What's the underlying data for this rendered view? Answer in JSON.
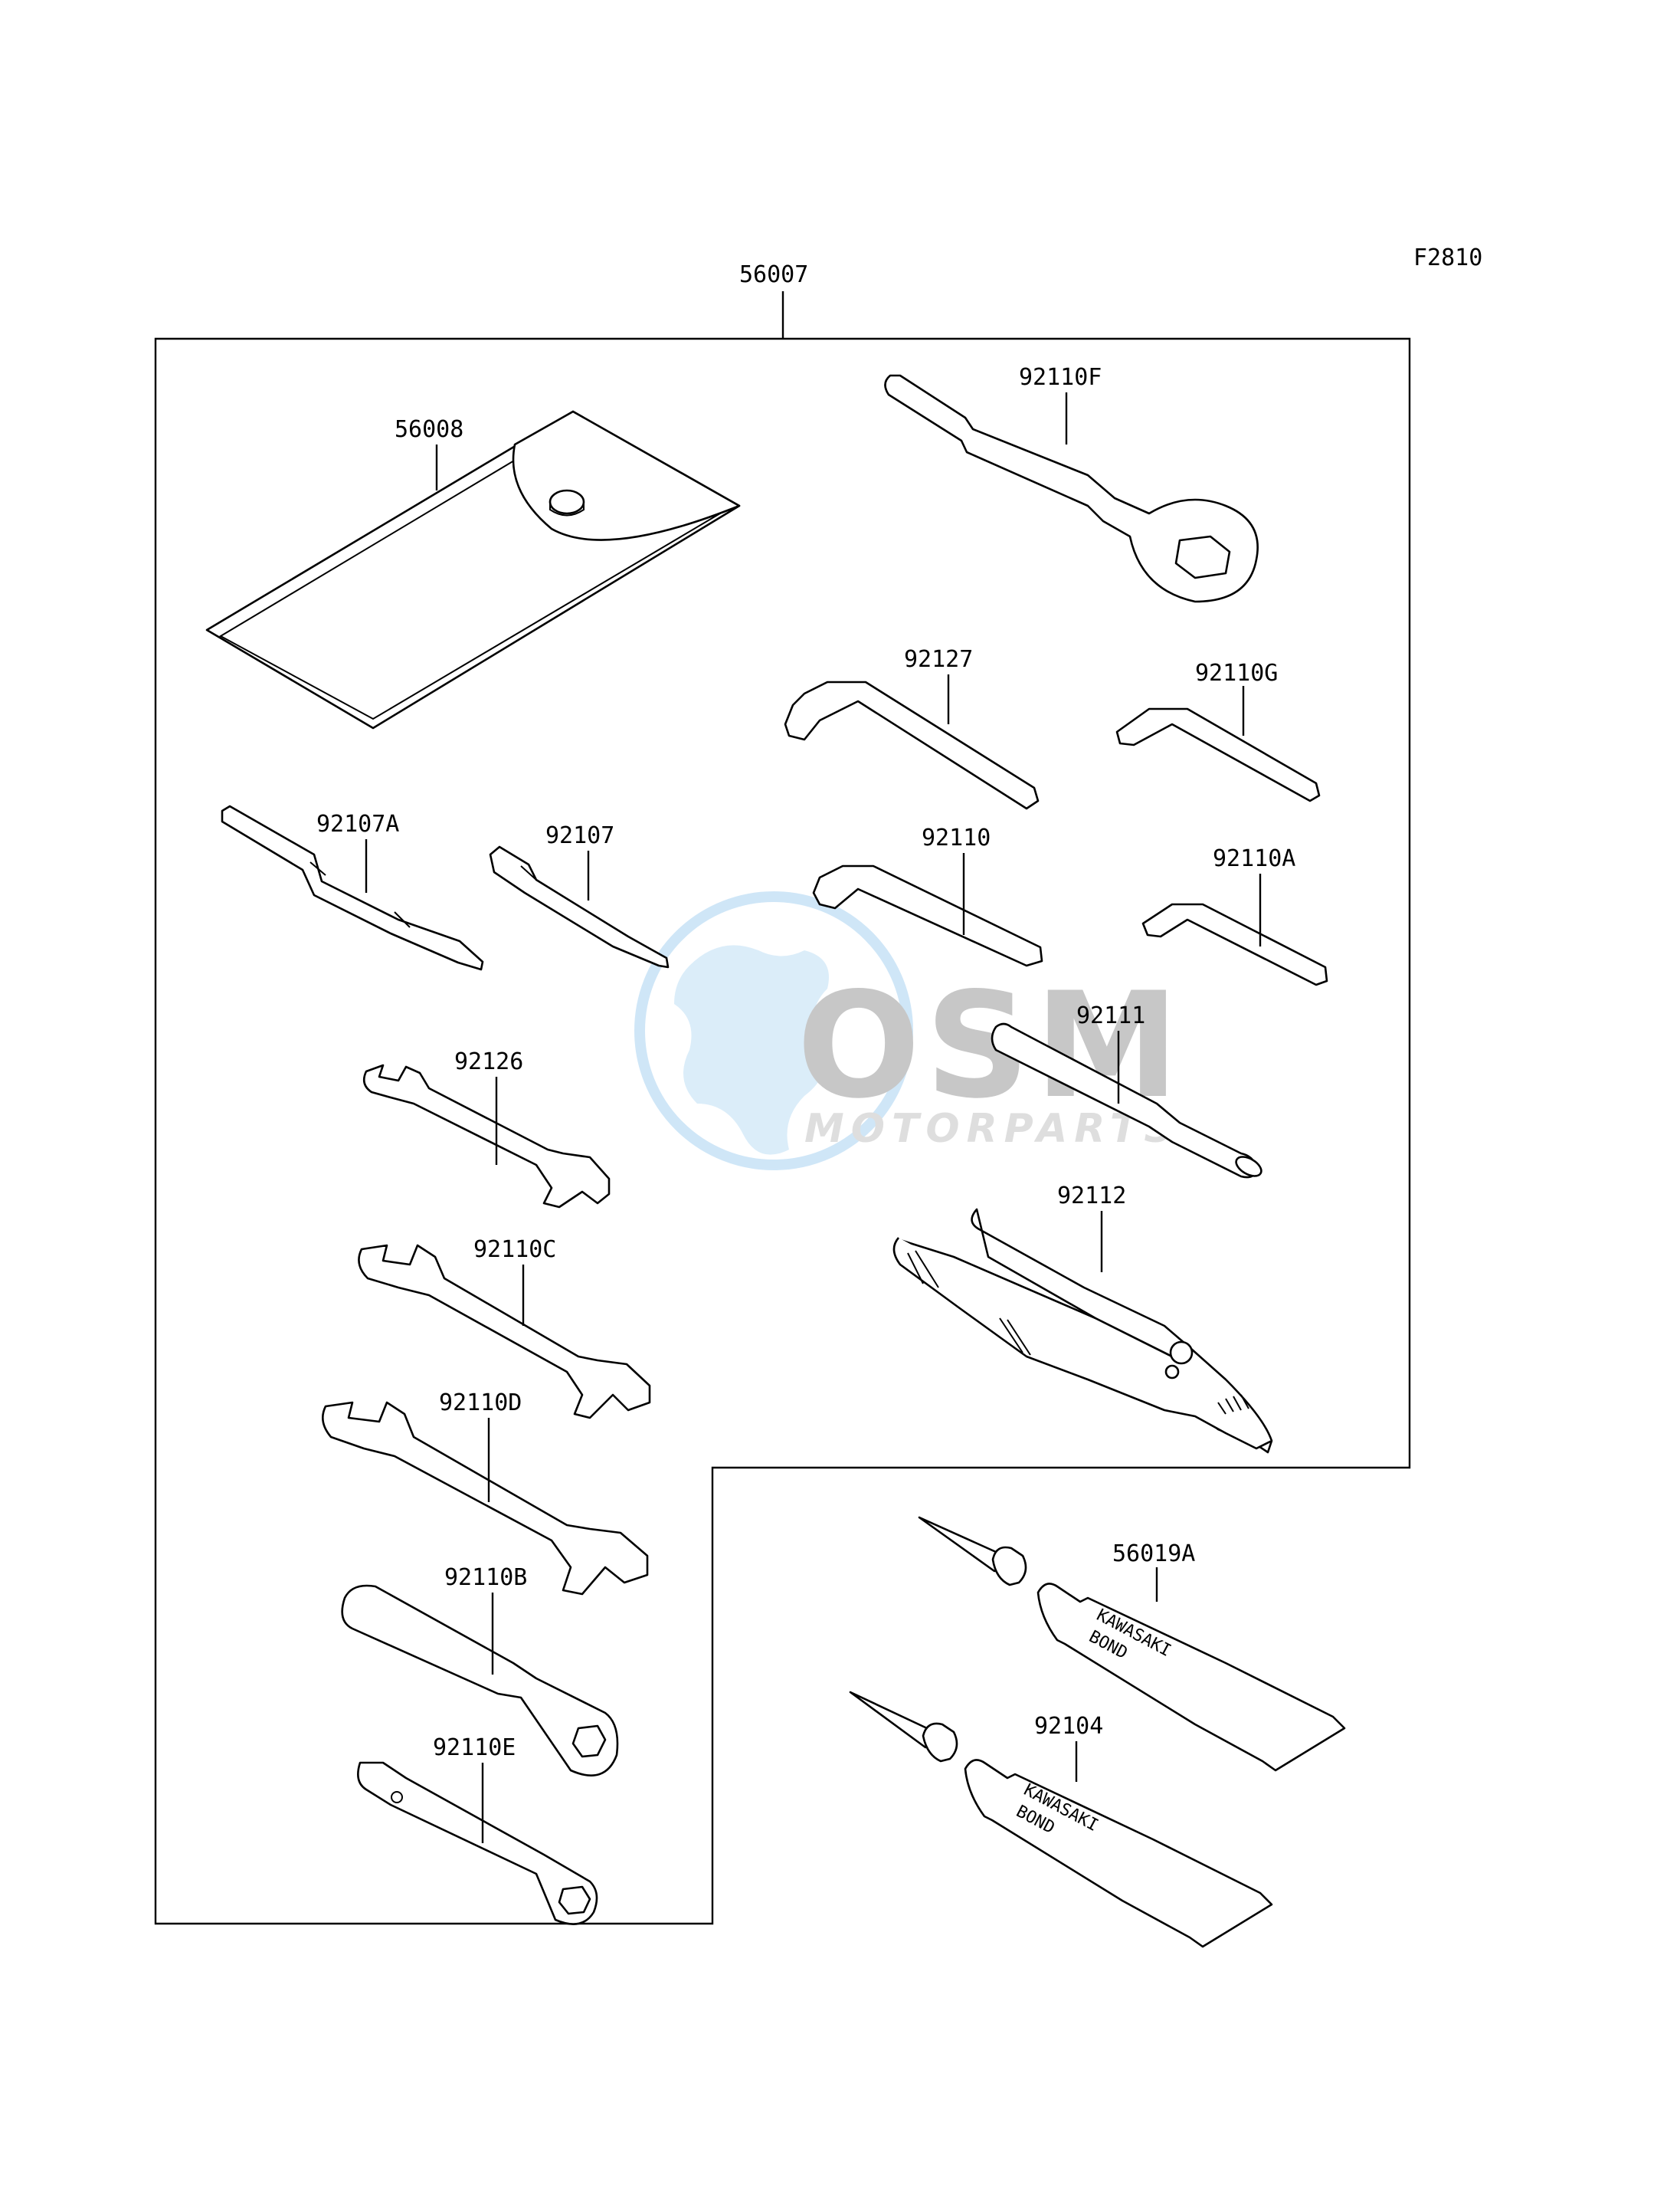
{
  "figure_code": "F2810",
  "watermark": {
    "brand": "OSM",
    "subtitle": "MOTORPARTS"
  },
  "tube_print": {
    "line1": "KAWASAKI",
    "line2": "BOND"
  },
  "parts": [
    {
      "id": "56007",
      "label": "56007"
    },
    {
      "id": "56008",
      "label": "56008"
    },
    {
      "id": "92110F",
      "label": "92110F"
    },
    {
      "id": "92127",
      "label": "92127"
    },
    {
      "id": "92110G",
      "label": "92110G"
    },
    {
      "id": "92107A",
      "label": "92107A"
    },
    {
      "id": "92107",
      "label": "92107"
    },
    {
      "id": "92110",
      "label": "92110"
    },
    {
      "id": "92110A",
      "label": "92110A"
    },
    {
      "id": "92111",
      "label": "92111"
    },
    {
      "id": "92126",
      "label": "92126"
    },
    {
      "id": "92112",
      "label": "92112"
    },
    {
      "id": "92110C",
      "label": "92110C"
    },
    {
      "id": "92110D",
      "label": "92110D"
    },
    {
      "id": "56019A",
      "label": "56019A"
    },
    {
      "id": "92110B",
      "label": "92110B"
    },
    {
      "id": "92104",
      "label": "92104"
    },
    {
      "id": "92110E",
      "label": "92110E"
    }
  ]
}
